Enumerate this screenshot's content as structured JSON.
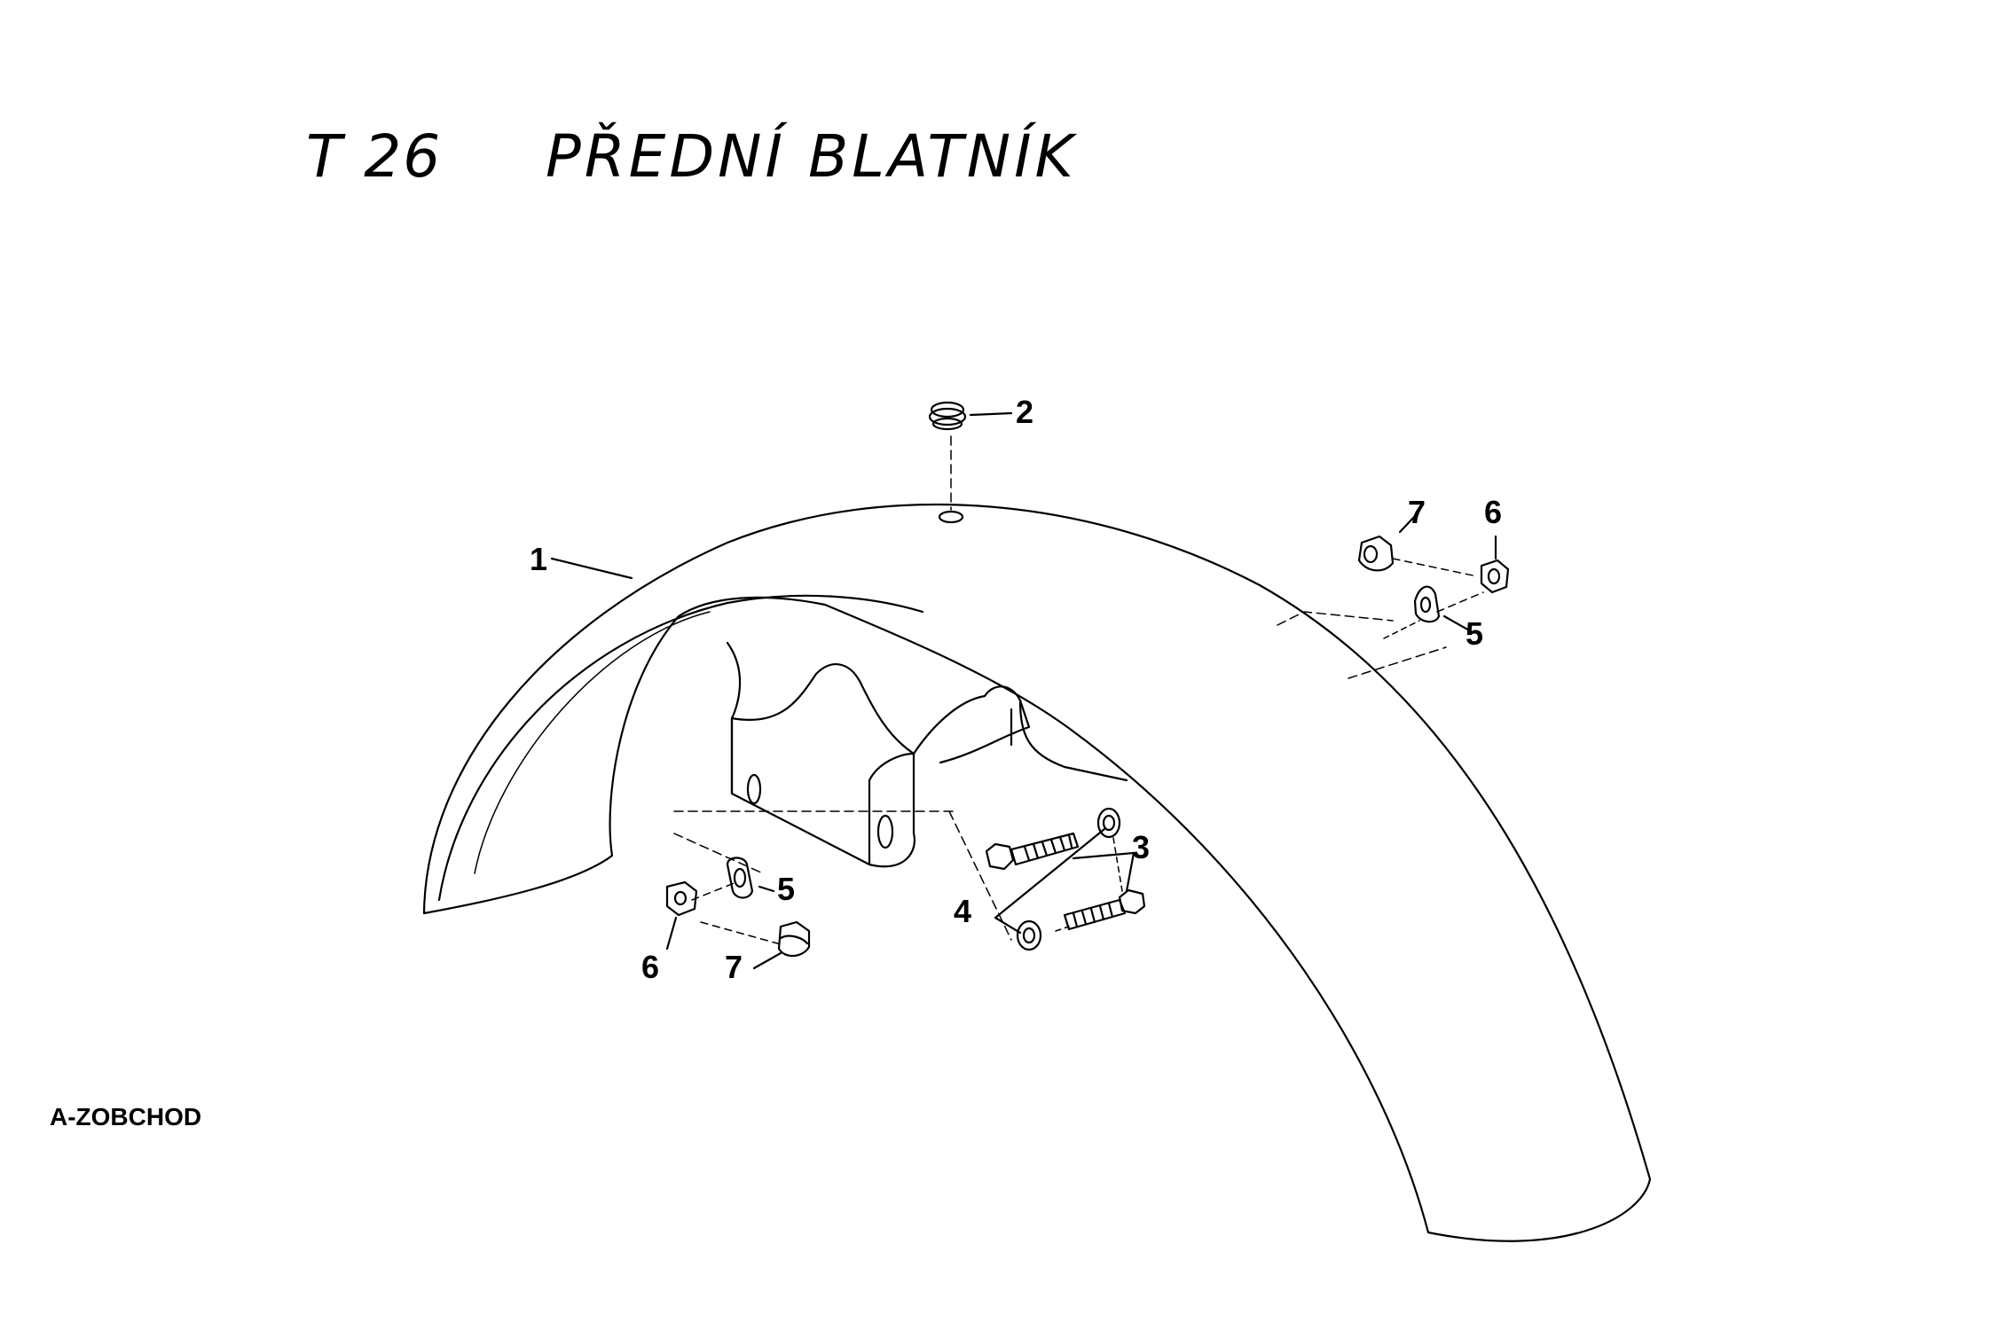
{
  "header": {
    "code": "T 26",
    "title": "PŘEDNÍ BLATNÍK"
  },
  "callouts": {
    "c1": "1",
    "c2": "2",
    "c3": "3",
    "c4": "4",
    "c5_left": "5",
    "c5_right": "5",
    "c6_left": "6",
    "c6_right": "6",
    "c7_left": "7",
    "c7_right": "7"
  },
  "footer": {
    "watermark": "A-ZOBCHOD"
  }
}
